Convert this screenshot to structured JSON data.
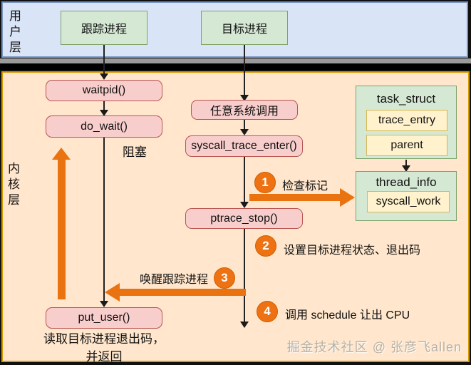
{
  "layers": {
    "user": "用户层",
    "kernel": "内核层"
  },
  "processes": {
    "tracker": "跟踪进程",
    "target": "目标进程"
  },
  "tracker_flow": {
    "waitpid": "waitpid()",
    "do_wait": "do_wait()",
    "blocking": "阻塞",
    "put_user": "put_user()",
    "put_user_note": "读取目标进程退出码，并返回"
  },
  "target_flow": {
    "any_syscall": "任意系统调用",
    "syscall_trace_enter": "syscall_trace_enter()",
    "ptrace_stop": "ptrace_stop()"
  },
  "structs": {
    "task_struct": {
      "title": "task_struct",
      "fields": [
        "trace_entry",
        "parent"
      ]
    },
    "thread_info": {
      "title": "thread_info",
      "fields": [
        "syscall_work"
      ]
    }
  },
  "steps": [
    {
      "num": "1",
      "label": "检查标记"
    },
    {
      "num": "2",
      "label": "设置目标进程状态、退出码"
    },
    {
      "num": "3",
      "label": "唤醒跟踪进程"
    },
    {
      "num": "4",
      "label": "调用 schedule 让出 CPU"
    }
  ],
  "watermark": "掘金技术社区 @ 张彦飞allen",
  "colors": {
    "accent_orange": "#e97311",
    "user_layer_fill": "#d9e4f7",
    "user_layer_border": "#7a96c4",
    "kernel_fill": "#ffe6cc",
    "kernel_border": "#d79b00",
    "process_box_fill": "#d5e8d4",
    "process_box_border": "#7da267",
    "function_box_fill": "#f8cecc",
    "function_box_border": "#b85450",
    "field_fill": "#fff2cc",
    "field_border": "#d6b656",
    "separator": "#000000"
  }
}
